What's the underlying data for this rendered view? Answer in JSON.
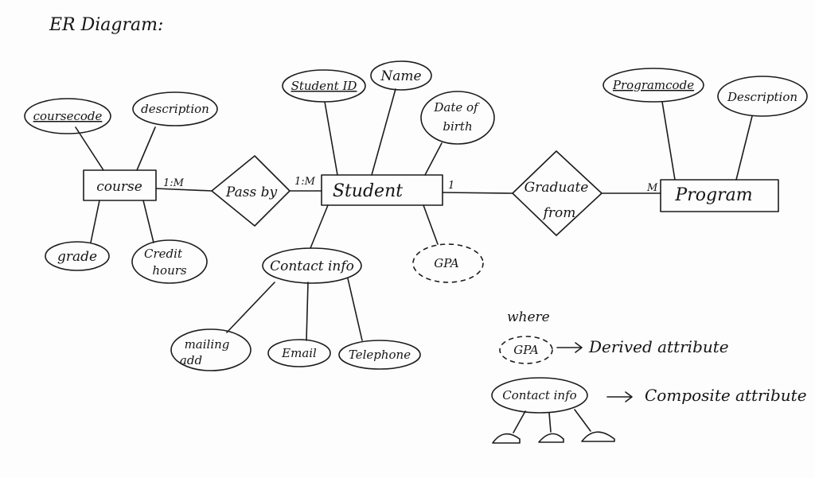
{
  "title": "ER Diagram:",
  "entities": {
    "course": "course",
    "student": "Student",
    "program": "Program"
  },
  "relationships": {
    "pass_by": "Pass by",
    "graduate_from": [
      "Graduate",
      "from"
    ]
  },
  "attributes": {
    "coursecode": "coursecode",
    "course_description": "description",
    "grade": "grade",
    "credit_hours": [
      "Credit",
      "hours"
    ],
    "student_id": "Student ID",
    "name": "Name",
    "date_of_birth": [
      "Date of",
      "birth"
    ],
    "gpa": "GPA",
    "contact_info": "Contact info",
    "mailing_add": [
      "mailing",
      "add"
    ],
    "email": "Email",
    "telephone": "Telephone",
    "programcode": "Programcode",
    "program_description": "Description"
  },
  "cardinality": {
    "course_passby": "1:M",
    "passby_student": "1:M",
    "student_graduate": "1",
    "graduate_program": "M"
  },
  "legend": {
    "where": "where",
    "gpa": "GPA",
    "derived": "Derived attribute",
    "contact_info": "Contact info",
    "composite": "Composite attribute"
  }
}
